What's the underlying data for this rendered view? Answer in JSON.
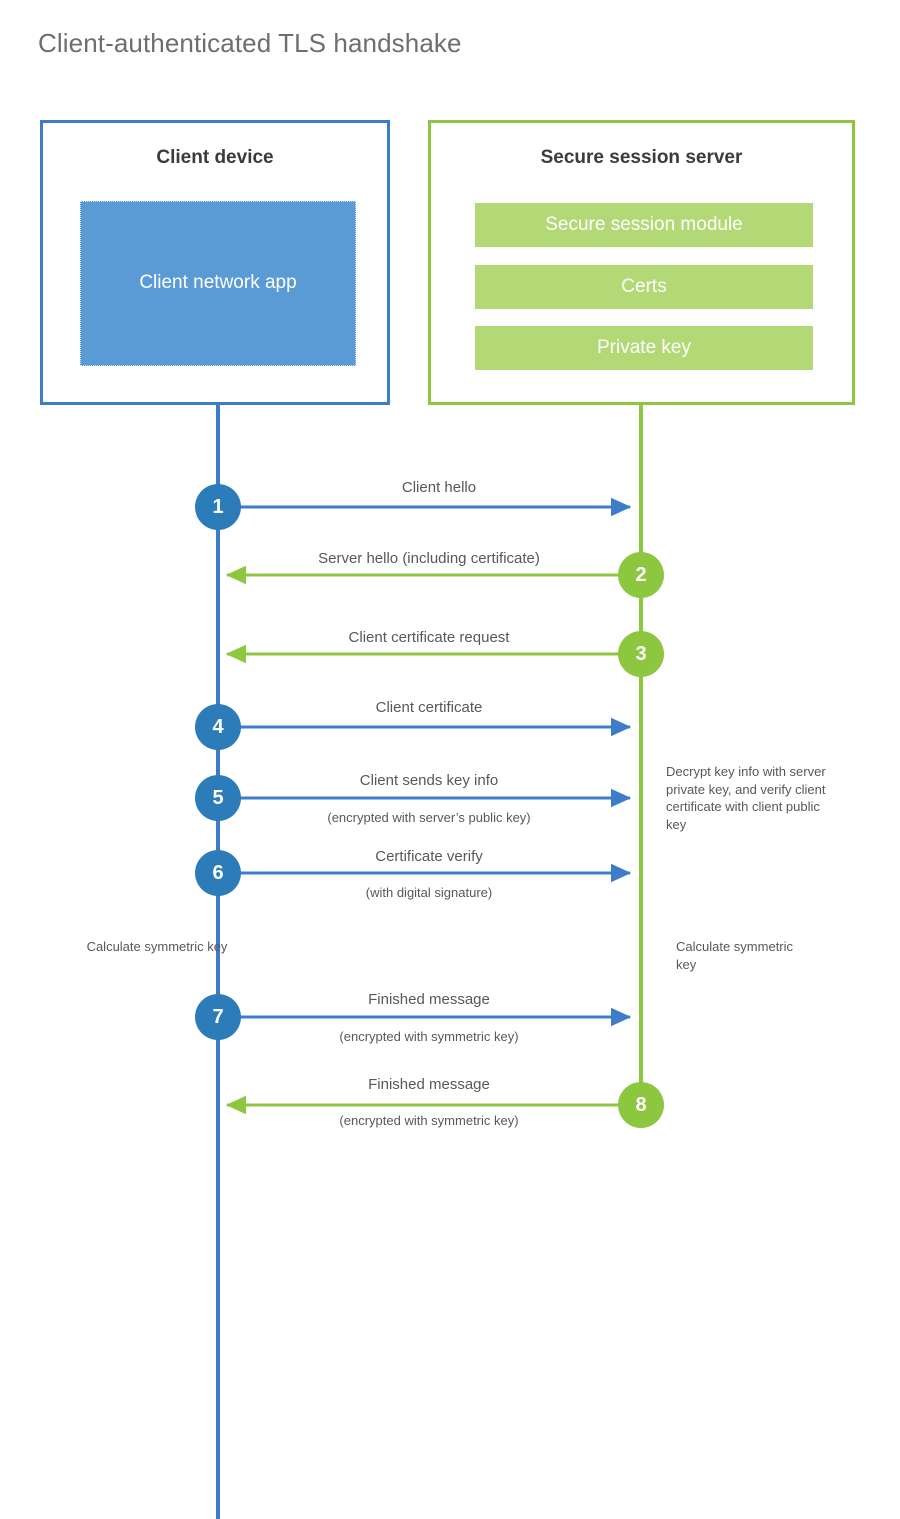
{
  "title": "Client-authenticated TLS handshake",
  "colors": {
    "client_blue": "#3d7cc9",
    "client_circle_blue": "#2b7cb9",
    "client_app_fill": "#5b9bd5",
    "server_green": "#8dc63f",
    "server_bar_fill": "#b3d976",
    "text_gray": "#58585b",
    "title_gray": "#6d6e71"
  },
  "entities": {
    "client": {
      "title": "Client device",
      "app_label": "Client network app"
    },
    "server": {
      "title": "Secure session server",
      "bars": [
        {
          "label": "Secure session module"
        },
        {
          "label": "Certs"
        },
        {
          "label": "Private key"
        }
      ]
    }
  },
  "steps": [
    {
      "number": "1",
      "label": "Client hello",
      "sublabel": "",
      "direction": "client-to-server",
      "color": "blue"
    },
    {
      "number": "2",
      "label": "Server hello (including certificate)",
      "sublabel": "",
      "direction": "server-to-client",
      "color": "green"
    },
    {
      "number": "3",
      "label": "Client certificate request",
      "sublabel": "",
      "direction": "server-to-client",
      "color": "green"
    },
    {
      "number": "4",
      "label": "Client certificate",
      "sublabel": "",
      "direction": "client-to-server",
      "color": "blue"
    },
    {
      "number": "5",
      "label": "Client sends key info",
      "sublabel": "(encrypted with server’s public key)",
      "direction": "client-to-server",
      "color": "blue"
    },
    {
      "number": "6",
      "label": "Certificate verify",
      "sublabel": "(with digital signature)",
      "direction": "client-to-server",
      "color": "blue"
    },
    {
      "number": "7",
      "label": "Finished message",
      "sublabel": "(encrypted with symmetric key)",
      "direction": "client-to-server",
      "color": "blue"
    },
    {
      "number": "8",
      "label": "Finished message",
      "sublabel": "(encrypted with symmetric key)",
      "direction": "server-to-client",
      "color": "green"
    }
  ],
  "notes": {
    "server_decrypt": "Decrypt key info with server private key, and verify client certificate with client public key",
    "client_calc": "Calculate symmetric key",
    "server_calc": "Calculate symmetric key"
  }
}
